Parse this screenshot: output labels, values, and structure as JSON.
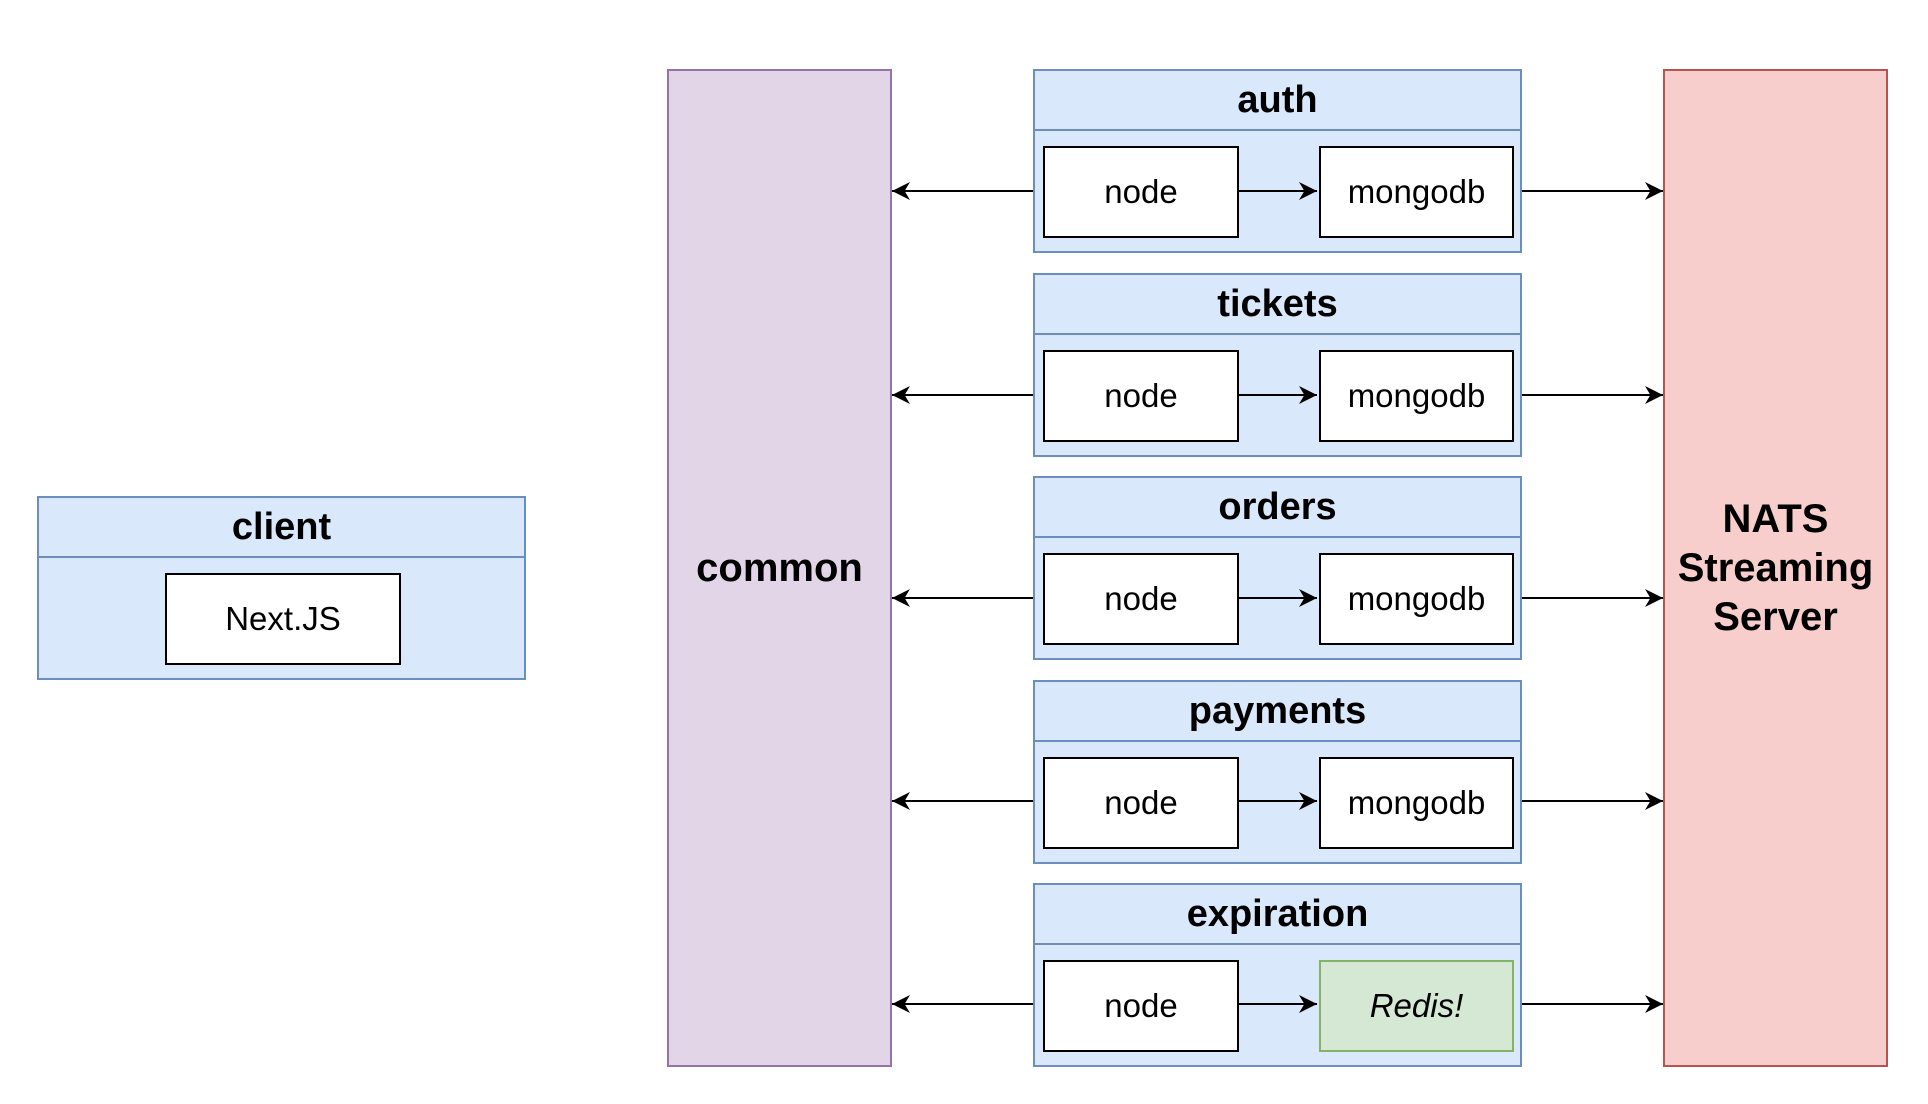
{
  "client": {
    "title": "client",
    "app": "Next.JS"
  },
  "common": {
    "label": "common"
  },
  "nats": {
    "lines": [
      "NATS",
      "Streaming",
      "Server"
    ]
  },
  "services": [
    {
      "name": "auth",
      "runtime": "node",
      "datastore": "mongodb",
      "datastore_kind": "mongodb"
    },
    {
      "name": "tickets",
      "runtime": "node",
      "datastore": "mongodb",
      "datastore_kind": "mongodb"
    },
    {
      "name": "orders",
      "runtime": "node",
      "datastore": "mongodb",
      "datastore_kind": "mongodb"
    },
    {
      "name": "payments",
      "runtime": "node",
      "datastore": "mongodb",
      "datastore_kind": "mongodb"
    },
    {
      "name": "expiration",
      "runtime": "node",
      "datastore": "Redis!",
      "datastore_kind": "redis"
    }
  ],
  "colors": {
    "service_fill": "#dae8fc",
    "service_border": "#6c8ebf",
    "common_fill": "#e1d5e7",
    "common_border": "#9673a6",
    "nats_fill": "#f8cecc",
    "nats_border": "#b85450",
    "redis_fill": "#d5e8d4",
    "redis_border": "#82b366"
  }
}
